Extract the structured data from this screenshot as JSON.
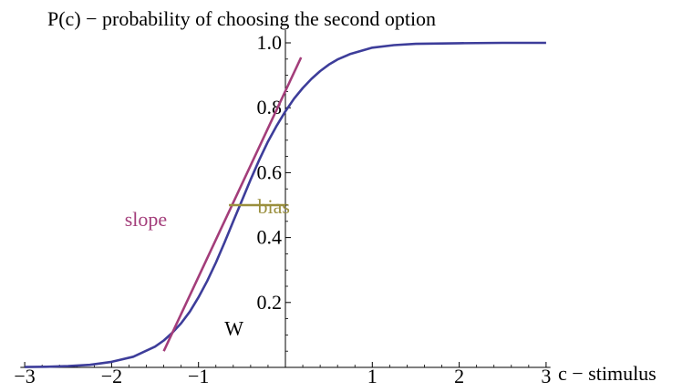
{
  "chart_data": {
    "type": "line",
    "title": "P(c) − probability of choosing the second option",
    "xlabel": "c − stimulus",
    "ylabel": "",
    "xlim": [
      -3.05,
      3.05
    ],
    "ylim": [
      0,
      1.04
    ],
    "x_ticks": [
      -3,
      -2,
      -1,
      1,
      2,
      3
    ],
    "x_tick_labels": [
      "−3",
      "−2",
      "−1",
      "1",
      "2",
      "3"
    ],
    "y_ticks": [
      0.2,
      0.4,
      0.6,
      0.8,
      1.0
    ],
    "y_tick_labels": [
      "0.2",
      "0.4",
      "0.6",
      "0.8",
      "1.0"
    ],
    "grid": false,
    "series": [
      {
        "role": "psychometric-curve",
        "color": "#3d3d9a",
        "x": [
          -3.0,
          -2.75,
          -2.5,
          -2.25,
          -2.0,
          -1.75,
          -1.5,
          -1.4,
          -1.3,
          -1.2,
          -1.1,
          -1.0,
          -0.9,
          -0.8,
          -0.7,
          -0.6,
          -0.5,
          -0.4,
          -0.3,
          -0.2,
          -0.1,
          0.0,
          0.1,
          0.2,
          0.3,
          0.4,
          0.5,
          0.6,
          0.75,
          1.0,
          1.25,
          1.5,
          2.0,
          2.5,
          3.0
        ],
        "y": [
          0.001,
          0.002,
          0.004,
          0.008,
          0.017,
          0.033,
          0.064,
          0.083,
          0.107,
          0.136,
          0.172,
          0.216,
          0.266,
          0.323,
          0.385,
          0.45,
          0.515,
          0.579,
          0.64,
          0.696,
          0.745,
          0.789,
          0.828,
          0.861,
          0.889,
          0.913,
          0.933,
          0.949,
          0.966,
          0.985,
          0.993,
          0.997,
          0.999,
          1.0,
          1.0
        ]
      },
      {
        "role": "slope-line",
        "color": "#a33d7a",
        "x": [
          -1.4,
          0.18
        ],
        "y": [
          0.05,
          0.955
        ]
      },
      {
        "role": "bias-line",
        "color": "#9a8f3d",
        "x": [
          -0.65,
          0.0
        ],
        "y": [
          0.5,
          0.5
        ]
      }
    ],
    "annotations": [
      {
        "text": "slope",
        "x": -1.85,
        "y": 0.435,
        "color": "#a33d7a"
      },
      {
        "text": "bias",
        "x": -0.32,
        "y": 0.475,
        "color": "#9a8f3d"
      },
      {
        "text": "W",
        "x": -0.7,
        "y": 0.1,
        "color": "#000000"
      }
    ]
  }
}
